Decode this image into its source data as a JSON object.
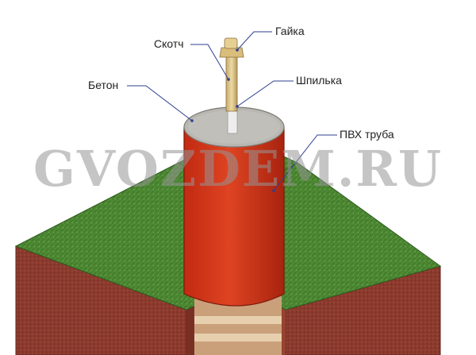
{
  "labels": {
    "nut": "Гайка",
    "tape": "Скотч",
    "concrete": "Бетон",
    "stud": "Шпилька",
    "pvc_pipe": "ПВХ труба"
  },
  "watermark": "GVOZDEM.RU",
  "colors": {
    "grass": "#4e8a34",
    "soil": "#8c3a2e",
    "pipe": "#d1371b",
    "concrete": "#b9b7b2",
    "stud": "#d8c28a",
    "tape": "#eeeeee",
    "leader": "#2f3f8f"
  }
}
